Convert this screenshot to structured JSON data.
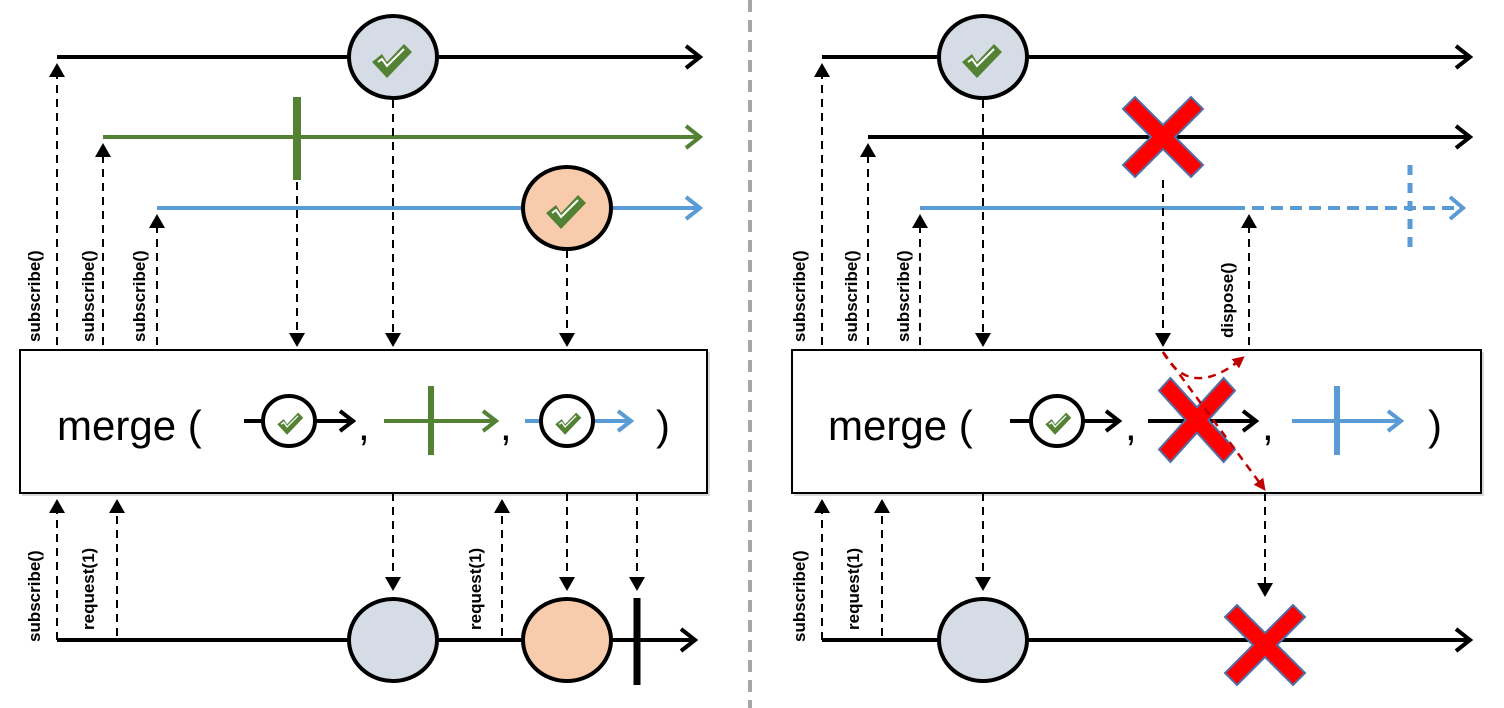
{
  "left": {
    "operator_label": "merge (",
    "close_paren": ")",
    "comma": ",",
    "subscribe_labels": [
      "subscribe()",
      "subscribe()",
      "subscribe()"
    ],
    "bottom_labels": [
      "subscribe()",
      "request(1)",
      "request(1)"
    ]
  },
  "right": {
    "operator_label": "merge (",
    "close_paren": ")",
    "comma": ",",
    "subscribe_labels": [
      "subscribe()",
      "subscribe()",
      "subscribe()"
    ],
    "dispose_label": "dispose()",
    "bottom_labels": [
      "subscribe()",
      "request(1)"
    ]
  },
  "colors": {
    "green": "#548235",
    "blue": "#5b9bd5",
    "gray_marble": "#d6dce5",
    "orange_marble": "#f8cbad",
    "error_red": "#ff0000",
    "divider": "#a6a6a6"
  },
  "icons": [
    "check-icon",
    "error-x-icon",
    "completion-tick"
  ]
}
